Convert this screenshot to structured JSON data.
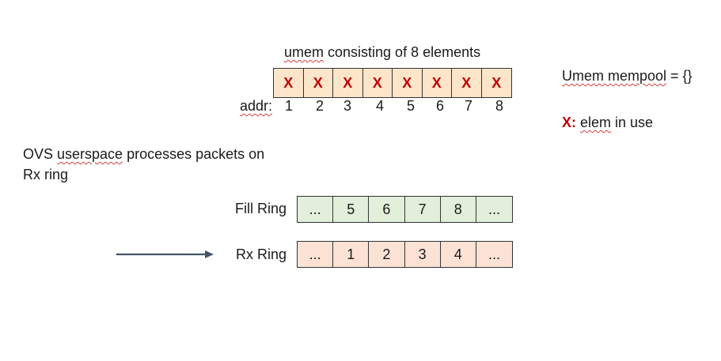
{
  "umem": {
    "title_part1": "umem",
    "title_part2": " consisting of 8 elements",
    "cells": [
      "X",
      "X",
      "X",
      "X",
      "X",
      "X",
      "X",
      "X"
    ],
    "addr_label": "addr:",
    "addrs": [
      "1",
      "2",
      "3",
      "4",
      "5",
      "6",
      "7",
      "8"
    ]
  },
  "mempool": {
    "text_part1": "Umem mempool",
    "text_part2": " = {}"
  },
  "legend": {
    "marker": "X:",
    "text_part1": "elem",
    "text_part2": " in use"
  },
  "note": {
    "part1": "OVS ",
    "part2": "userspace",
    "part3": " processes packets on Rx ring"
  },
  "fill_ring": {
    "label": "Fill Ring",
    "cells": [
      "...",
      "5",
      "6",
      "7",
      "8",
      "..."
    ]
  },
  "rx_ring": {
    "label": "Rx Ring",
    "cells": [
      "...",
      "1",
      "2",
      "3",
      "4",
      "..."
    ]
  },
  "colors": {
    "umem_bg": "#fce5c8",
    "in_use_marker": "#c00000",
    "fill_ring_bg": "#e2efda",
    "rx_ring_bg": "#fbe2d5",
    "arrow": "#44546a"
  }
}
